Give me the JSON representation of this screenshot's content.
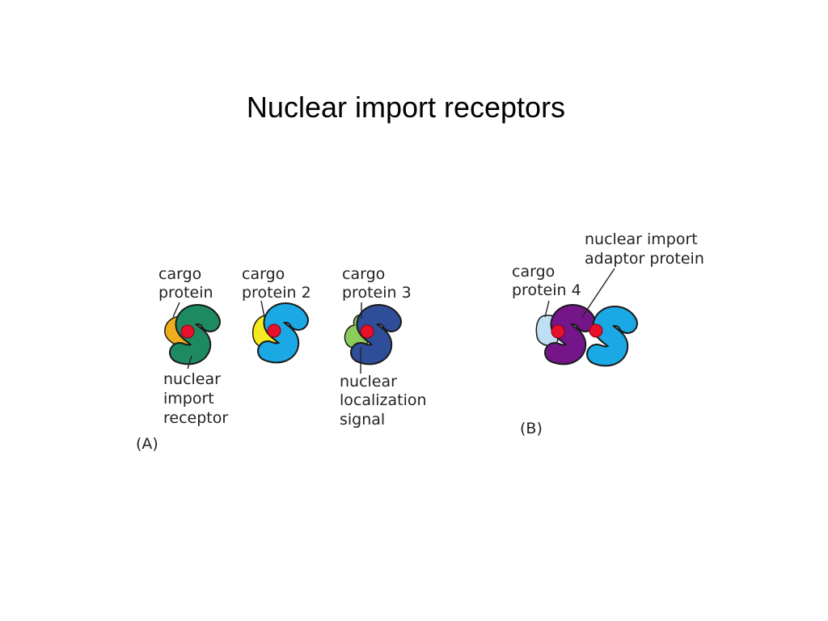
{
  "title": "Nuclear import receptors",
  "colors": {
    "cargo1": "#f0ad1e",
    "receptor1": "#1e8a62",
    "cargo2": "#f6ea1e",
    "receptor2": "#1aa9e4",
    "cargo3": "#8ccc5a",
    "receptor3": "#2f4e9a",
    "cargo4": "#bfe0f4",
    "adaptor": "#74168a",
    "receptor4": "#1aa9e4",
    "nls": "#e8102a"
  },
  "panel_a": {
    "label": "(A)",
    "cargo1": {
      "line1": "cargo",
      "line2": "protein"
    },
    "cargo2": {
      "line1": "cargo",
      "line2": "protein 2"
    },
    "cargo3": {
      "line1": "cargo",
      "line2": "protein 3"
    },
    "receptor": {
      "line1": "nuclear",
      "line2": "import",
      "line3": "receptor"
    },
    "nls": {
      "line1": "nuclear",
      "line2": "localization",
      "line3": "signal"
    }
  },
  "panel_b": {
    "label": "(B)",
    "cargo4": {
      "line1": "cargo",
      "line2": "protein 4"
    },
    "adaptor": {
      "line1": "nuclear import",
      "line2": "adaptor protein"
    }
  }
}
